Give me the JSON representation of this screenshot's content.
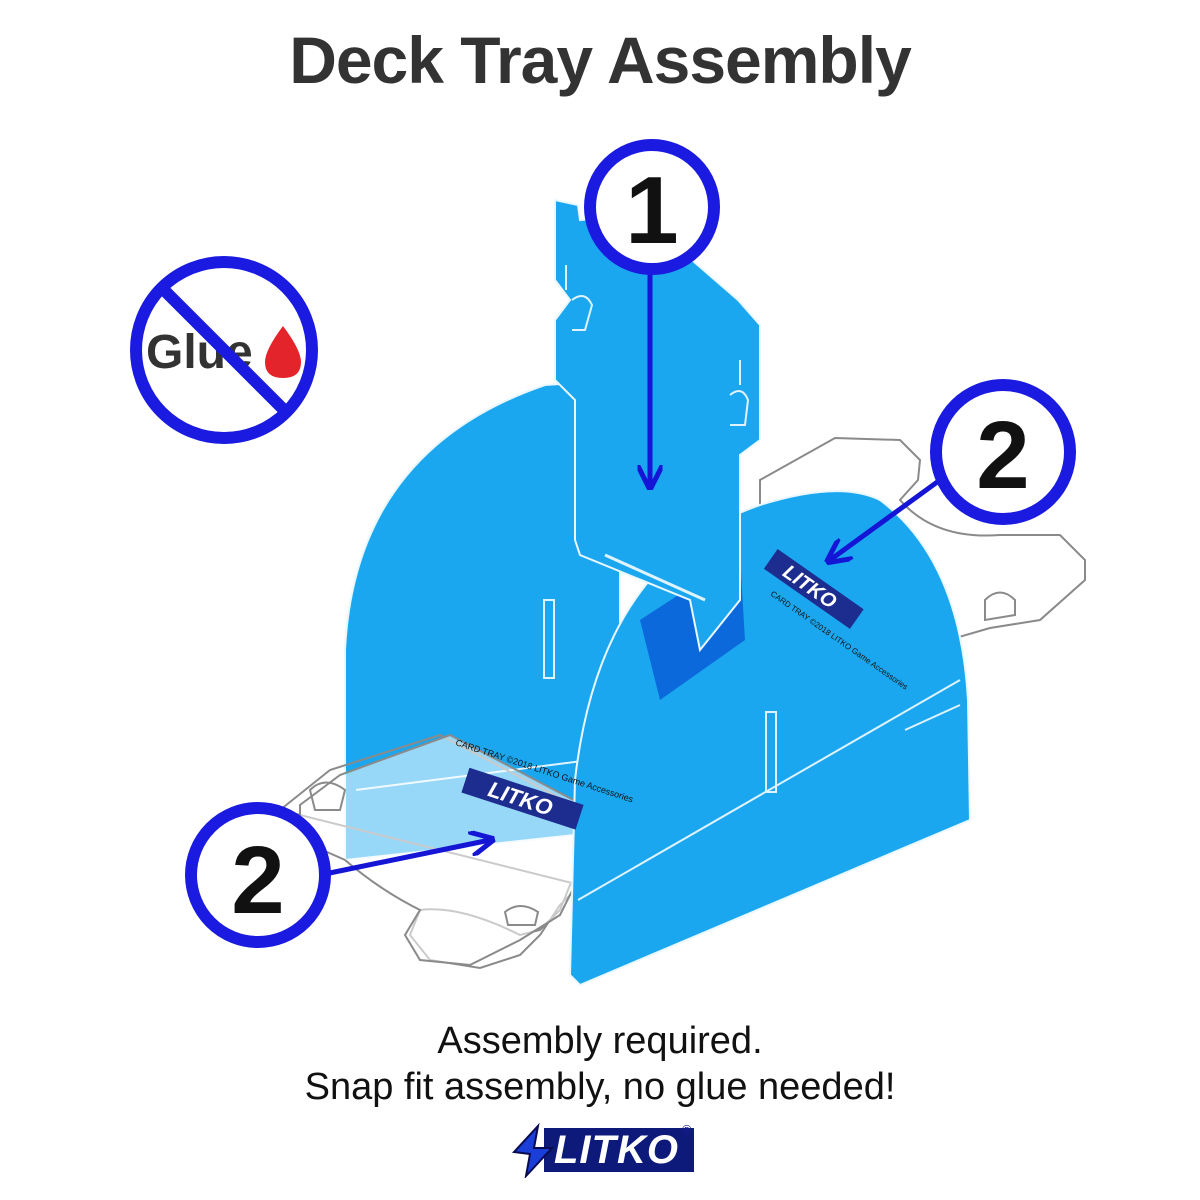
{
  "title": "Deck Tray Assembly",
  "no_glue": {
    "label": "Glue",
    "icon": "no-glue-icon"
  },
  "steps": [
    {
      "number": "1"
    },
    {
      "number": "2"
    },
    {
      "number": "2"
    }
  ],
  "tray_print": {
    "front": "CARD TRAY ©2018 LITKO Game Accessories",
    "back": "CARD TRAY ©2018 LITKO Game Accessories",
    "front_logo": "LITKO",
    "back_logo": "LITKO"
  },
  "caption": {
    "line1": "Assembly required.",
    "line2": "Snap fit assembly, no glue needed!"
  },
  "brand": {
    "name": "LITKO",
    "reg": "®"
  },
  "colors": {
    "panel": "#1aa7ef",
    "panel_dark": "#0a5ed8",
    "callout_ring": "#1a1ae0",
    "arrow": "#1515d6",
    "glue_drop": "#e3242b",
    "title_text": "#333333"
  }
}
